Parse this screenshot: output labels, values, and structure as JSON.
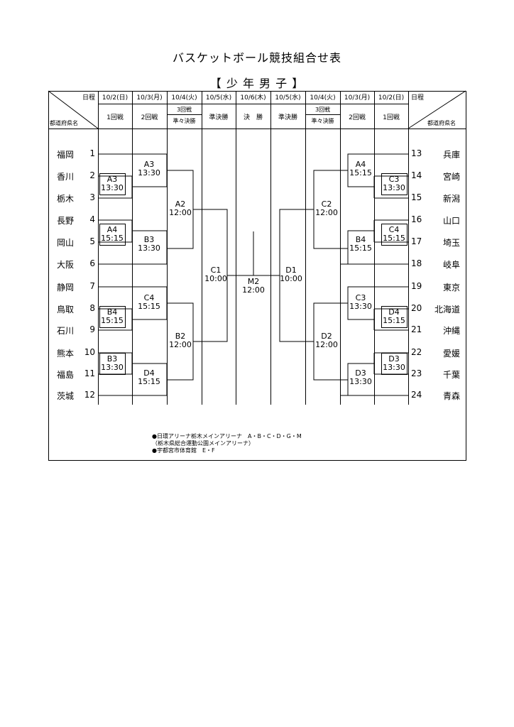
{
  "title": "バスケットボール競技組合せ表",
  "subtitle": "【 少 年 男 子 】",
  "header": {
    "nittei": "日程",
    "todofuken": "都道府県名",
    "cols": [
      {
        "date": "10/2(日)",
        "round1": "1回戦",
        "round2": ""
      },
      {
        "date": "10/3(月)",
        "round1": "2回戦",
        "round2": ""
      },
      {
        "date": "10/4(火)",
        "round1": "3回戦",
        "round2": "準々決勝"
      },
      {
        "date": "10/5(水)",
        "round1": "準決勝",
        "round2": ""
      },
      {
        "date": "10/6(木)",
        "round1": "決　勝",
        "round2": ""
      },
      {
        "date": "10/5(水)",
        "round1": "準決勝",
        "round2": ""
      },
      {
        "date": "10/4(火)",
        "round1": "3回戦",
        "round2": "準々決勝"
      },
      {
        "date": "10/3(月)",
        "round1": "2回戦",
        "round2": ""
      },
      {
        "date": "10/2(日)",
        "round1": "1回戦",
        "round2": ""
      }
    ]
  },
  "left_teams": [
    {
      "name": "福岡",
      "seed": "1"
    },
    {
      "name": "香川",
      "seed": "2"
    },
    {
      "name": "栃木",
      "seed": "3"
    },
    {
      "name": "長野",
      "seed": "4"
    },
    {
      "name": "岡山",
      "seed": "5"
    },
    {
      "name": "大阪",
      "seed": "6"
    },
    {
      "name": "静岡",
      "seed": "7"
    },
    {
      "name": "鳥取",
      "seed": "8"
    },
    {
      "name": "石川",
      "seed": "9"
    },
    {
      "name": "熊本",
      "seed": "10"
    },
    {
      "name": "福島",
      "seed": "11"
    },
    {
      "name": "茨城",
      "seed": "12"
    }
  ],
  "right_teams": [
    {
      "name": "兵庫",
      "seed": "13"
    },
    {
      "name": "宮崎",
      "seed": "14"
    },
    {
      "name": "新潟",
      "seed": "15"
    },
    {
      "name": "山口",
      "seed": "16"
    },
    {
      "name": "埼玉",
      "seed": "17"
    },
    {
      "name": "岐阜",
      "seed": "18"
    },
    {
      "name": "東京",
      "seed": "19"
    },
    {
      "name": "北海道",
      "seed": "20"
    },
    {
      "name": "沖縄",
      "seed": "21"
    },
    {
      "name": "愛媛",
      "seed": "22"
    },
    {
      "name": "千葉",
      "seed": "23"
    },
    {
      "name": "青森",
      "seed": "24"
    }
  ],
  "matches": {
    "left_r1_a": {
      "code": "A3",
      "time": "13:30"
    },
    "left_r1_b": {
      "code": "A4",
      "time": "15:15"
    },
    "left_r1_c": {
      "code": "B4",
      "time": "15:15"
    },
    "left_r1_d": {
      "code": "B3",
      "time": "13:30"
    },
    "left_r2_a": {
      "code": "A3",
      "time": "13:30"
    },
    "left_r2_b": {
      "code": "B3",
      "time": "13:30"
    },
    "left_r2_c": {
      "code": "C4",
      "time": "15:15"
    },
    "left_r2_d": {
      "code": "D4",
      "time": "15:15"
    },
    "left_qf_a": {
      "code": "A2",
      "time": "12:00"
    },
    "left_qf_b": {
      "code": "B2",
      "time": "12:00"
    },
    "left_sf": {
      "code": "C1",
      "time": "10:00"
    },
    "final": {
      "code": "M2",
      "time": "12:00"
    },
    "right_sf": {
      "code": "D1",
      "time": "10:00"
    },
    "right_qf_a": {
      "code": "C2",
      "time": "12:00"
    },
    "right_qf_b": {
      "code": "D2",
      "time": "12:00"
    },
    "right_r2_a": {
      "code": "A4",
      "time": "15:15"
    },
    "right_r2_b": {
      "code": "B4",
      "time": "15:15"
    },
    "right_r2_c": {
      "code": "C3",
      "time": "13:30"
    },
    "right_r2_d": {
      "code": "D3",
      "time": "13:30"
    },
    "right_r1_a": {
      "code": "C3",
      "time": "13:30"
    },
    "right_r1_b": {
      "code": "C4",
      "time": "15:15"
    },
    "right_r1_c": {
      "code": "D4",
      "time": "15:15"
    },
    "right_r1_d": {
      "code": "D3",
      "time": "13:30"
    }
  },
  "notes": [
    "●日環アリーナ栃木メインアリーナ　A・B・C・D・G・M",
    "（栃木県総合運動公園メインアリーナ）",
    "●宇都宮市体育館　E・F"
  ]
}
